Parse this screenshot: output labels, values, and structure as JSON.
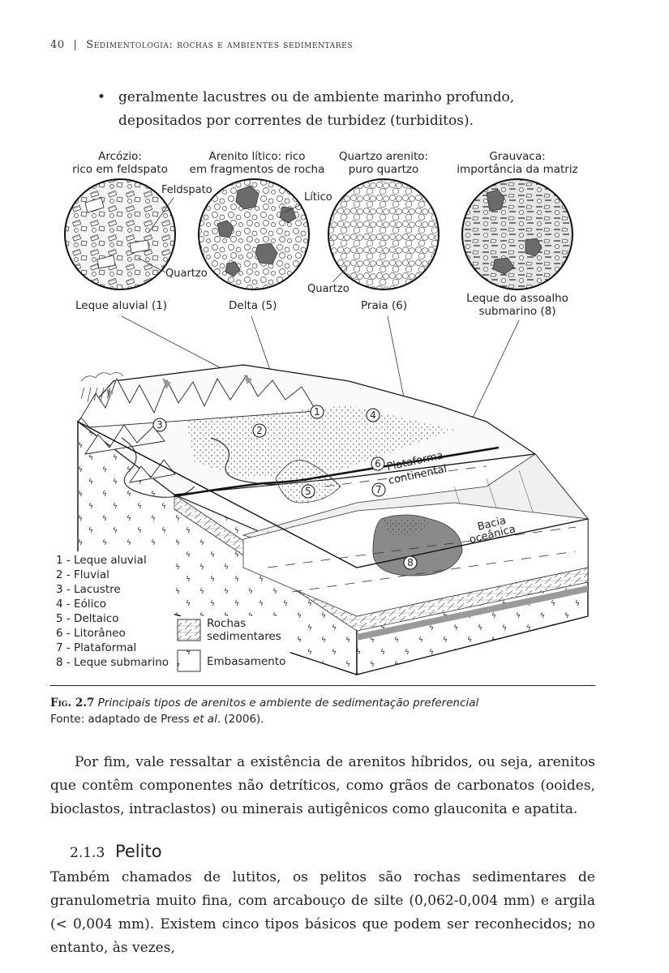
{
  "header": {
    "page_number": "40",
    "separator": "|",
    "running_title": "Sedimentologia: rochas e ambientes sedimentares"
  },
  "bullet": {
    "text": "geralmente lacustres ou de ambiente marinho profundo, depositados por correntes de turbidez (turbiditos)."
  },
  "figure": {
    "rock_types": [
      {
        "line1": "Arcózio:",
        "line2": "rico em feldspato"
      },
      {
        "line1": "Arenito lítico: rico",
        "line2": "em fragmentos de rocha"
      },
      {
        "line1": "Quartzo arenito:",
        "line2": "puro quartzo"
      },
      {
        "line1": "Grauvaca:",
        "line2": "importância da matriz"
      }
    ],
    "grain_labels": {
      "feldspato": "Feldspato",
      "litico": "Lítico",
      "quartzo_1": "Quartzo",
      "quartzo_2": "Quartzo"
    },
    "environment_labels": {
      "leque_aluvial": "Leque aluvial (1)",
      "delta": "Delta (5)",
      "praia": "Praia (6)",
      "leque_assoalho_line1": "Leque do assoalho",
      "leque_assoalho_line2": "submarino (8)"
    },
    "block_labels": {
      "plataforma_line1": "Plataforma",
      "plataforma_line2": "continental",
      "bacia_line1": "Bacia",
      "bacia_line2": "oceânica"
    },
    "markers": [
      "1",
      "2",
      "3",
      "4",
      "5",
      "6",
      "7",
      "8"
    ],
    "legend_numbers": [
      "1 - Leque aluvial",
      "2 - Fluvial",
      "3 - Lacustre",
      "4 - Eólico",
      "5 - Deltaico",
      "6 - Litorâneo",
      "7 - Plataformal",
      "8 - Leque submarino"
    ],
    "legend_patterns": {
      "rochas_line1": "Rochas",
      "rochas_line2": "sedimentares",
      "embasamento": "Embasamento"
    }
  },
  "caption": {
    "figure_number": "Fig. 2.7",
    "title": "Principais tipos de arenitos e ambiente de sedimentação preferencial",
    "source": "Fonte: adaptado de Press et al. (2006).",
    "source_prefix": "Fonte: adaptado de Press ",
    "source_etal": "et al",
    "source_suffix": ". (2006)."
  },
  "paragraph_1": "Por fim, vale ressaltar a existência de arenitos híbridos, ou seja, arenitos que contêm componentes não detríticos, como grãos de carbonatos (ooides, bioclastos, intraclastos) ou minerais autigênicos como glauconita e apatita.",
  "section": {
    "number": "2.1.3",
    "title": "Pelito"
  },
  "paragraph_2": "Também chamados de lutitos, os pelitos são rochas sedimentares de granulometria muito fina, com arcabouço de silte (0,062-0,004 mm) e argila (< 0,004 mm). Existem cinco tipos básicos que podem ser reconhecidos; no entanto, às vezes,"
}
